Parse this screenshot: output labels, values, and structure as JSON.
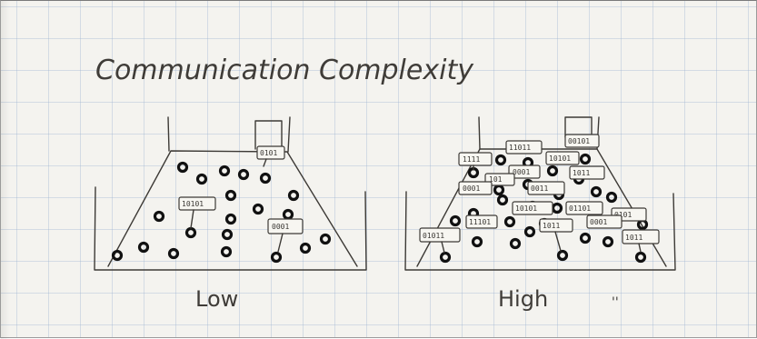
{
  "title": "Communication Complexity",
  "panels": [
    {
      "id": "low",
      "label": "Low",
      "notes": [
        "0101",
        "10101",
        "0001"
      ]
    },
    {
      "id": "high",
      "label": "High",
      "notes": [
        "00101",
        "11011",
        "1111",
        "10101",
        "0001",
        "1011",
        "101",
        "0001",
        "0011",
        "10101",
        "01101",
        "0101",
        "11101",
        "0001",
        "1011",
        "01011",
        "1011"
      ],
      "extra_mark": "''"
    }
  ]
}
